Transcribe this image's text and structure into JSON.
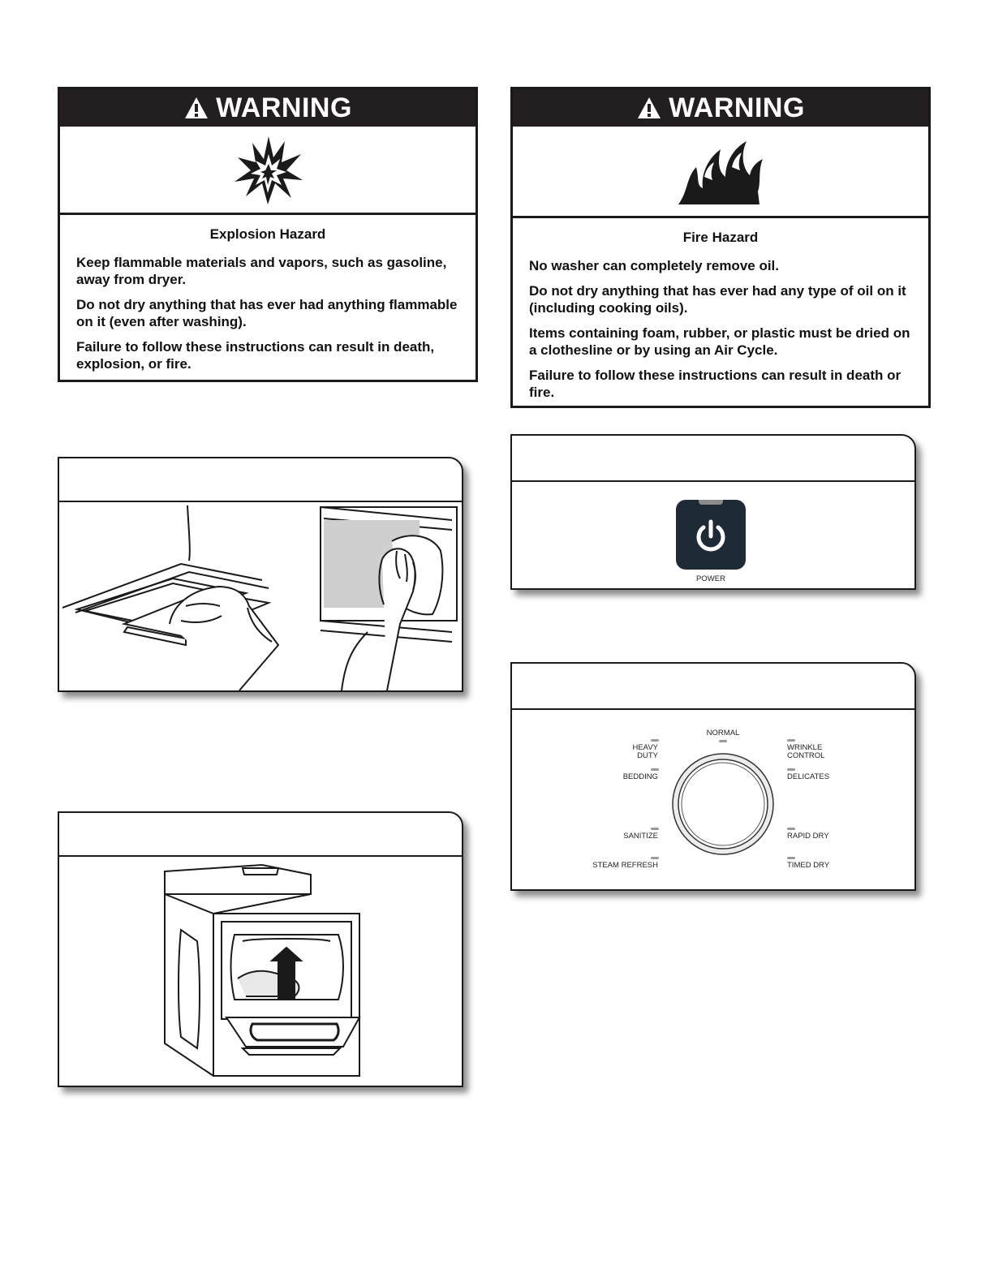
{
  "warning_left": {
    "header": "WARNING",
    "icon": "explosion-icon",
    "title": "Explosion Hazard",
    "paragraphs": [
      "Keep flammable materials and vapors, such as gasoline, away from dryer.",
      "Do not dry anything that has ever had anything flammable on it (even after washing).",
      "Failure to follow these instructions can result in death, explosion, or fire."
    ]
  },
  "warning_right": {
    "header": "WARNING",
    "icon": "fire-icon",
    "title": "Fire Hazard",
    "paragraphs": [
      "No washer can completely remove oil.",
      "Do not dry anything that has ever had any type of oil on it (including cooking oils).",
      "Items containing foam, rubber, or plastic must be dried on a clothesline or by using an Air Cycle.",
      "Failure to follow these instructions can result in death or fire."
    ]
  },
  "panel_lint": {
    "illustration": "clean-lint-screen-illustration"
  },
  "panel_load": {
    "illustration": "load-dryer-illustration"
  },
  "panel_power": {
    "button_label": "POWER",
    "icon": "power-icon"
  },
  "panel_cycle": {
    "icon": "cycle-knob",
    "top_label": "NORMAL",
    "left_labels": [
      "HEAVY\nDUTY",
      "BEDDING",
      "SANITIZE",
      "STEAM REFRESH"
    ],
    "right_labels": [
      "WRINKLE\nCONTROL",
      "DELICATES",
      "RAPID DRY",
      "TIMED DRY"
    ]
  }
}
